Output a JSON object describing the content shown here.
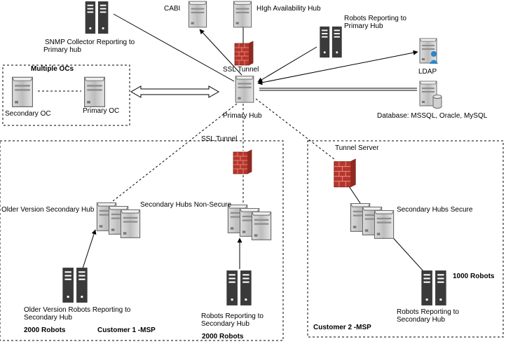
{
  "labels": {
    "cabi": "CABI",
    "high_availability_hub": "HIgh Availability Hub",
    "robots_primary_line1": "Robots Reporting to",
    "robots_primary_line2": "Primary Hub",
    "snmp_line1": "SNMP Collector Reporting to",
    "snmp_line2": "Primary hub",
    "ssl_tunnel_top": "SSL Tunnel",
    "ldap": "LDAP",
    "multiple_ocs": "Multiple OCs",
    "secondary_oc": "Secondary OC",
    "primary_oc": "Primary OC",
    "primary_hub": "Primary Hub",
    "database": "Database: MSSQL, Oracle, MySQL",
    "ssl_tunnel_mid": "SSL Tunnel",
    "tunnel_server": "Tunnel Server",
    "older_version_secondary_hub": "Older Version Secondary Hub",
    "secondary_hubs_non_secure": "Secondary Hubs Non-Secure",
    "secondary_hubs_secure": "Secondary Hubs Secure",
    "thousand_robots": "1000 Robots",
    "older_robots_line1": "Older Version Robots Reporting to",
    "older_robots_line2": "Secondary Hub",
    "robots_c1_line1": "Robots Reporting to",
    "robots_c1_line2": "Secondary Hub",
    "robots_c2_line1": "Robots Reporting to",
    "robots_c2_line2": "Secondary Hub",
    "robots_2000_left": "2000 Robots",
    "customer1": "Customer 1 -MSP",
    "robots_2000_right": "2000 Robots",
    "customer2": "Customer 2 -MSP"
  },
  "colors": {
    "robot_dark": "#3a3a3a",
    "server_gray": "#c9c9c9",
    "firewall_red": "#c0392b",
    "ldap_user_blue": "#2b86c8"
  },
  "icons": {
    "robot": "robot-tower-icon",
    "server": "server-icon",
    "firewall": "firewall-icon",
    "ldap": "ldap-server-icon",
    "database": "database-server-icon"
  }
}
